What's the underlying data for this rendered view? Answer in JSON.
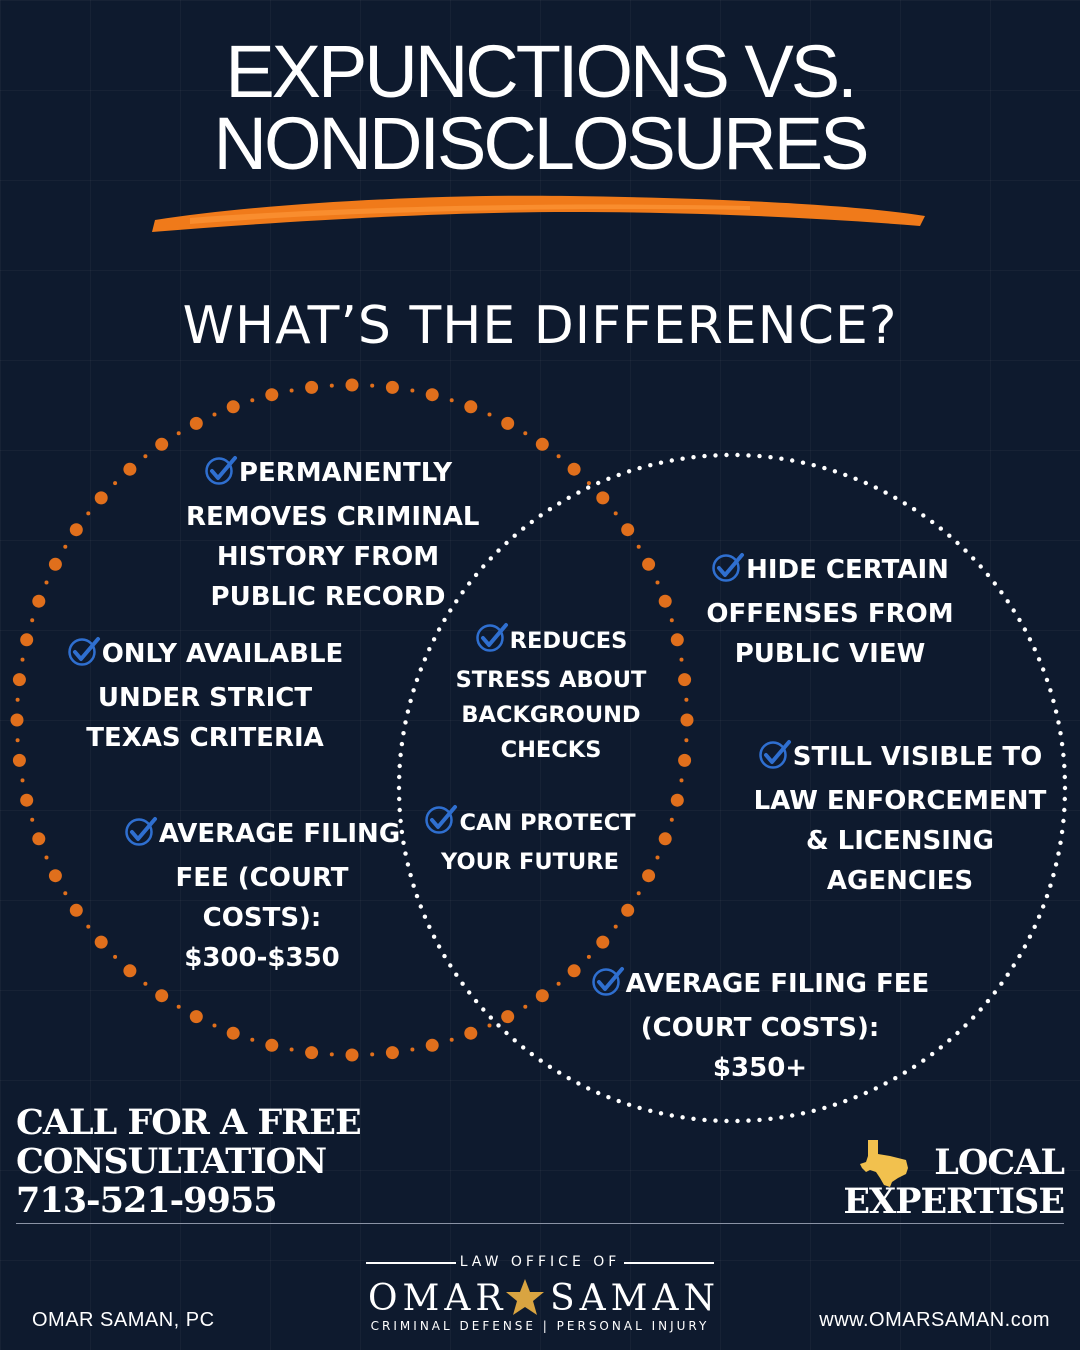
{
  "header": {
    "title_line1": "EXPUNCTIONS VS.",
    "title_line2": "NONDISCLOSURES",
    "subtitle": "WHAT’S THE DIFFERENCE?"
  },
  "venn": {
    "left_items": [
      {
        "lines": [
          "PERMANENTLY",
          "REMOVES CRIMINAL",
          "HISTORY FROM",
          "PUBLIC RECORD"
        ]
      },
      {
        "lines": [
          "ONLY AVAILABLE",
          "UNDER STRICT",
          "TEXAS CRITERIA"
        ]
      },
      {
        "lines": [
          "AVERAGE FILING",
          "FEE (COURT",
          "COSTS):",
          "$300-$350"
        ]
      }
    ],
    "overlap_items": [
      {
        "lines": [
          "REDUCES",
          "STRESS ABOUT",
          "BACKGROUND",
          "CHECKS"
        ]
      },
      {
        "lines": [
          "CAN PROTECT",
          "YOUR FUTURE"
        ]
      }
    ],
    "right_items": [
      {
        "lines": [
          "HIDE CERTAIN",
          "OFFENSES FROM",
          "PUBLIC VIEW"
        ]
      },
      {
        "lines": [
          "STILL VISIBLE TO",
          "LAW ENFORCEMENT",
          "& LICENSING",
          "AGENCIES"
        ]
      },
      {
        "lines": [
          "AVERAGE FILING FEE",
          "(COURT COSTS):",
          "$350+"
        ]
      }
    ]
  },
  "cta": {
    "line1": "CALL FOR A FREE",
    "line2": "CONSULTATION",
    "phone": "713-521-9955"
  },
  "local": {
    "line1": "LOCAL",
    "line2": "EXPERTISE"
  },
  "footer": {
    "left": "OMAR SAMAN, PC",
    "right": "www.OMARSAMAN.com",
    "logo_top": "LAW OFFICE OF",
    "logo_first": "OMAR",
    "logo_last": "SAMAN",
    "logo_sub": "CRIMINAL DEFENSE | PERSONAL INJURY"
  },
  "colors": {
    "background": "#0e1a2e",
    "accent_orange": "#f07a1a",
    "dot_orange": "#e06f1c",
    "check_blue": "#2f6fd0",
    "star_gold": "#d9a441",
    "texas_yellow": "#f2c14e"
  },
  "icons": [
    "checkmark-circle-icon",
    "texas-map-icon",
    "star-icon"
  ]
}
